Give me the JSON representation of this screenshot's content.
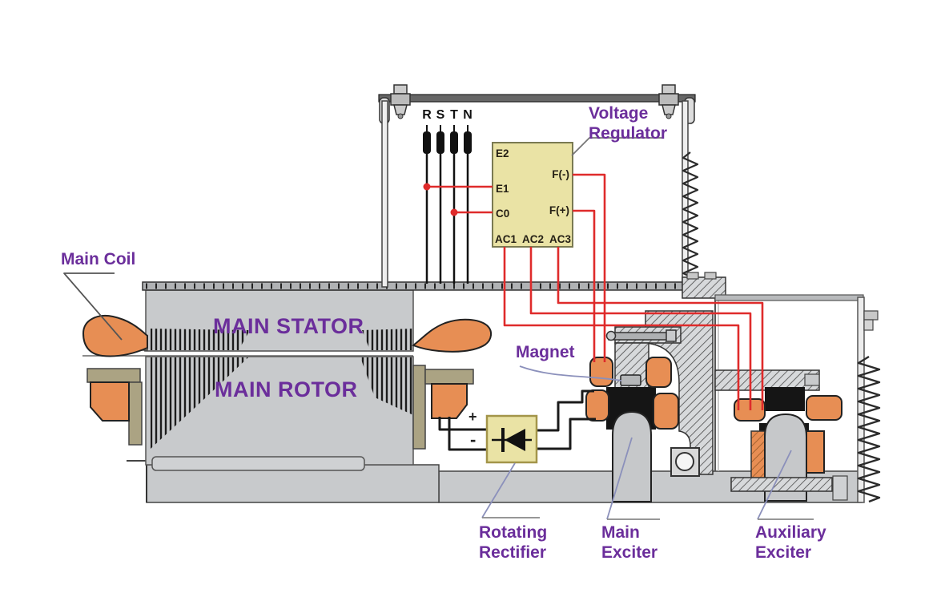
{
  "diagram_title": "Brushless synchronous generator cross-section with AVR wiring",
  "colors": {
    "label_purple": "#6B2E9B",
    "wire_red": "#DF2B2B",
    "wire_black": "#1A1A1A",
    "regulator_fill": "#EAE3A5",
    "coil_orange": "#E78E54",
    "machine_gray": "#C8CACC",
    "bracket_olive": "#ABA383"
  },
  "labels": {
    "main_coil": "Main Coil",
    "voltage_regulator": "Voltage\nRegulator",
    "main_stator": "MAIN STATOR",
    "main_rotor": "MAIN ROTOR",
    "magnet": "Magnet",
    "rotating_rectifier": "Rotating\nRectifier",
    "main_exciter": "Main\nExciter",
    "auxiliary_exciter": "Auxiliary\nExciter"
  },
  "terminals": {
    "r": "R",
    "s": "S",
    "t": "T",
    "n": "N"
  },
  "regulator": {
    "pins": {
      "e2": "E2",
      "e1": "E1",
      "c0": "C0",
      "f_minus": "F(-)",
      "f_plus": "F(+)",
      "ac1": "AC1",
      "ac2": "AC2",
      "ac3": "AC3"
    }
  },
  "rectifier": {
    "plus": "+",
    "minus": "-"
  }
}
